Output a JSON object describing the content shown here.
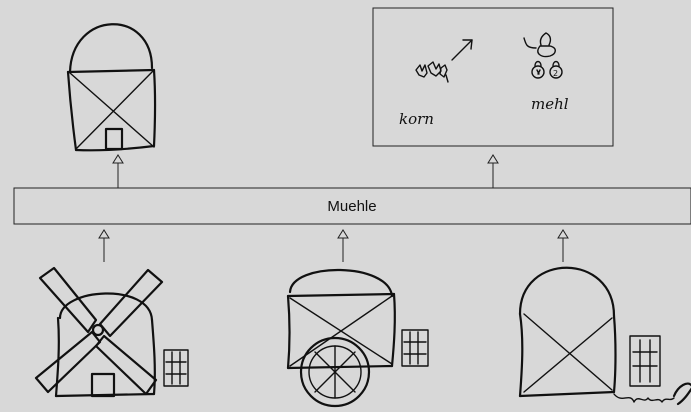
{
  "bar": {
    "label": "Muehle"
  },
  "legend": {
    "input_word": "korn",
    "output_word": "mehl"
  },
  "colors": {
    "background": "#d8d8d8",
    "ink": "#111111",
    "line": "#222222"
  },
  "icons": {
    "output_mill": "mill-building-icon",
    "legend_box": "grain-to-flour-icon",
    "variant_1": "windmill-icon",
    "variant_2": "watermill-icon",
    "variant_3": "electric-mill-icon"
  }
}
